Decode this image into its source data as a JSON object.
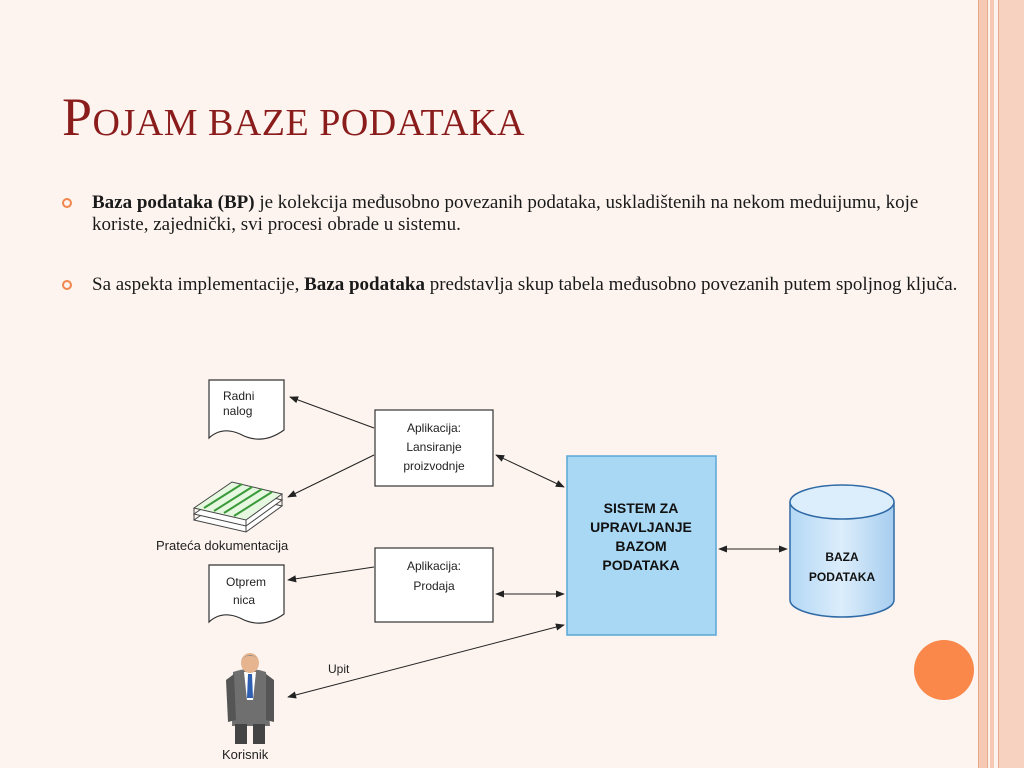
{
  "slide": {
    "title_first": "P",
    "title_rest": "ojam baze podataka",
    "bullets": [
      {
        "bold": "Baza podataka (BP)",
        "text": " je kolekcija međusobno povezanih podataka, uskladištenih na nekom meduijumu, koje koriste, zajednički, svi procesi obrade u sistemu."
      },
      {
        "pre": "Sa aspekta implementacije, ",
        "bold": "Baza podataka",
        "text": " predstavlja skup tabela međusobno povezanih putem spoljnog ključa."
      }
    ]
  },
  "diagram": {
    "doc_radni": [
      "Radni",
      "nalog"
    ],
    "doc_otpremnica": [
      "Otprem",
      "nica"
    ],
    "prateca_caption": "Prateća dokumentacija",
    "app1": [
      "Aplikacija:",
      "Lansiranje",
      "proizvodnje"
    ],
    "app2": [
      "Aplikacija:",
      "Prodaja"
    ],
    "dbms": [
      "SISTEM ZA",
      "UPRAVLJANJE",
      "BAZOM",
      "PODATAKA"
    ],
    "db": [
      "BAZA",
      "PODATAKA"
    ],
    "upit": "Upit",
    "korisnik": "Korisnik"
  },
  "colors": {
    "title": "#8a1c1c",
    "bullet_accent": "#f0864b",
    "dbms_fill": "#a9d8f5",
    "db_fill": "#c7e3f8",
    "decor_circle": "#f9884a"
  }
}
